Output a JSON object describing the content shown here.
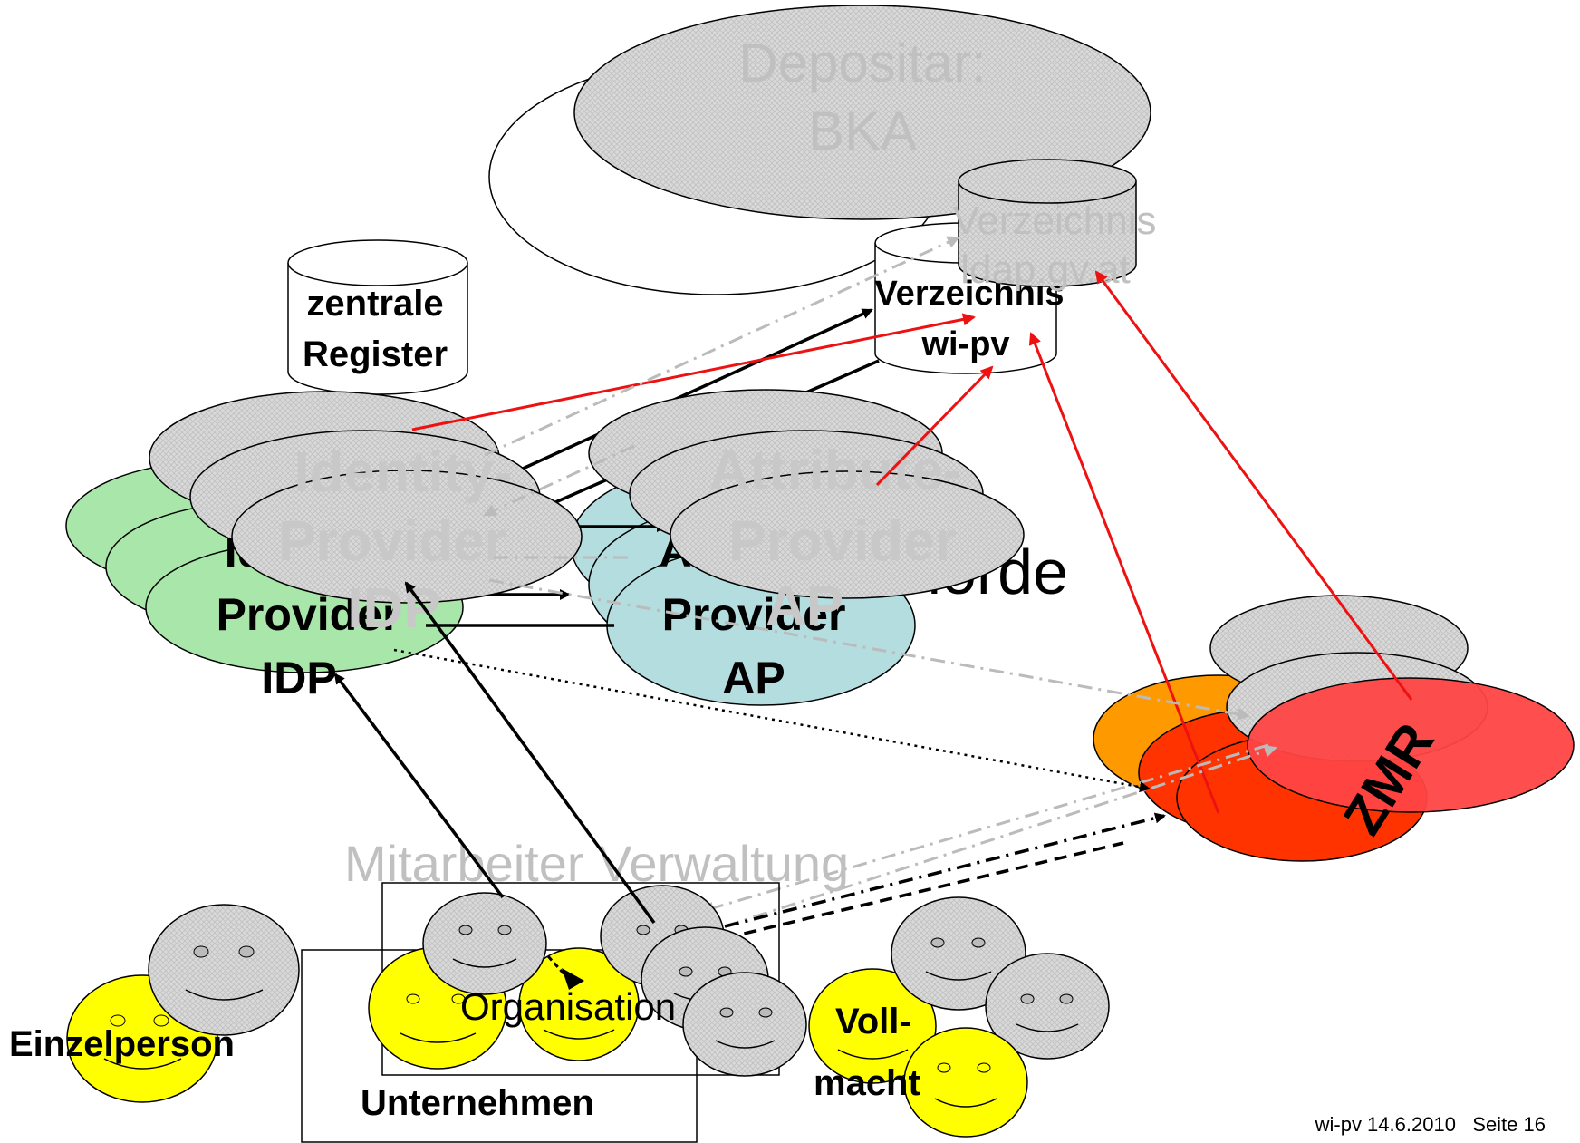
{
  "depositar": {
    "line1": "Depositar:",
    "line2": "BKA"
  },
  "ldap_directory": {
    "line1": "Verzeichnis",
    "line2": "ldap.gv.at"
  },
  "wipv_directory": {
    "line1": "Verzeichnis",
    "line2": "wi-pv"
  },
  "central_register": {
    "line1": "zentrale",
    "line2": "Register"
  },
  "identity_provider": {
    "line1": "Identity-",
    "line2": "Provider",
    "line3": "IDP"
  },
  "attribute_provider": {
    "line1": "Attribute-",
    "line2": "Provider",
    "line3": "AP"
  },
  "behoerde_fragment": "hörde",
  "zmr": "ZMR",
  "employee_admin": "Mitarbeiter Verwaltung",
  "organisation": "Organisation",
  "single_person": "Einzelperson",
  "company": "Unternehmen",
  "proxy": {
    "line1": "Voll-",
    "line2": "macht"
  },
  "footer": "wi-pv 14.6.2010   Seite 16",
  "colors": {
    "idp_green": "#a9e6a9",
    "ap_blue": "#b4dde0",
    "zmr_orange": "#ff9900",
    "zmr_red": "#ff3300",
    "zmr_red_light": "#ff4444",
    "hatch_gray": "#d6d6d6",
    "face_yellow": "#ffff00",
    "arrow_red": "#ee1111",
    "arrow_gray": "#bbbbbb"
  }
}
